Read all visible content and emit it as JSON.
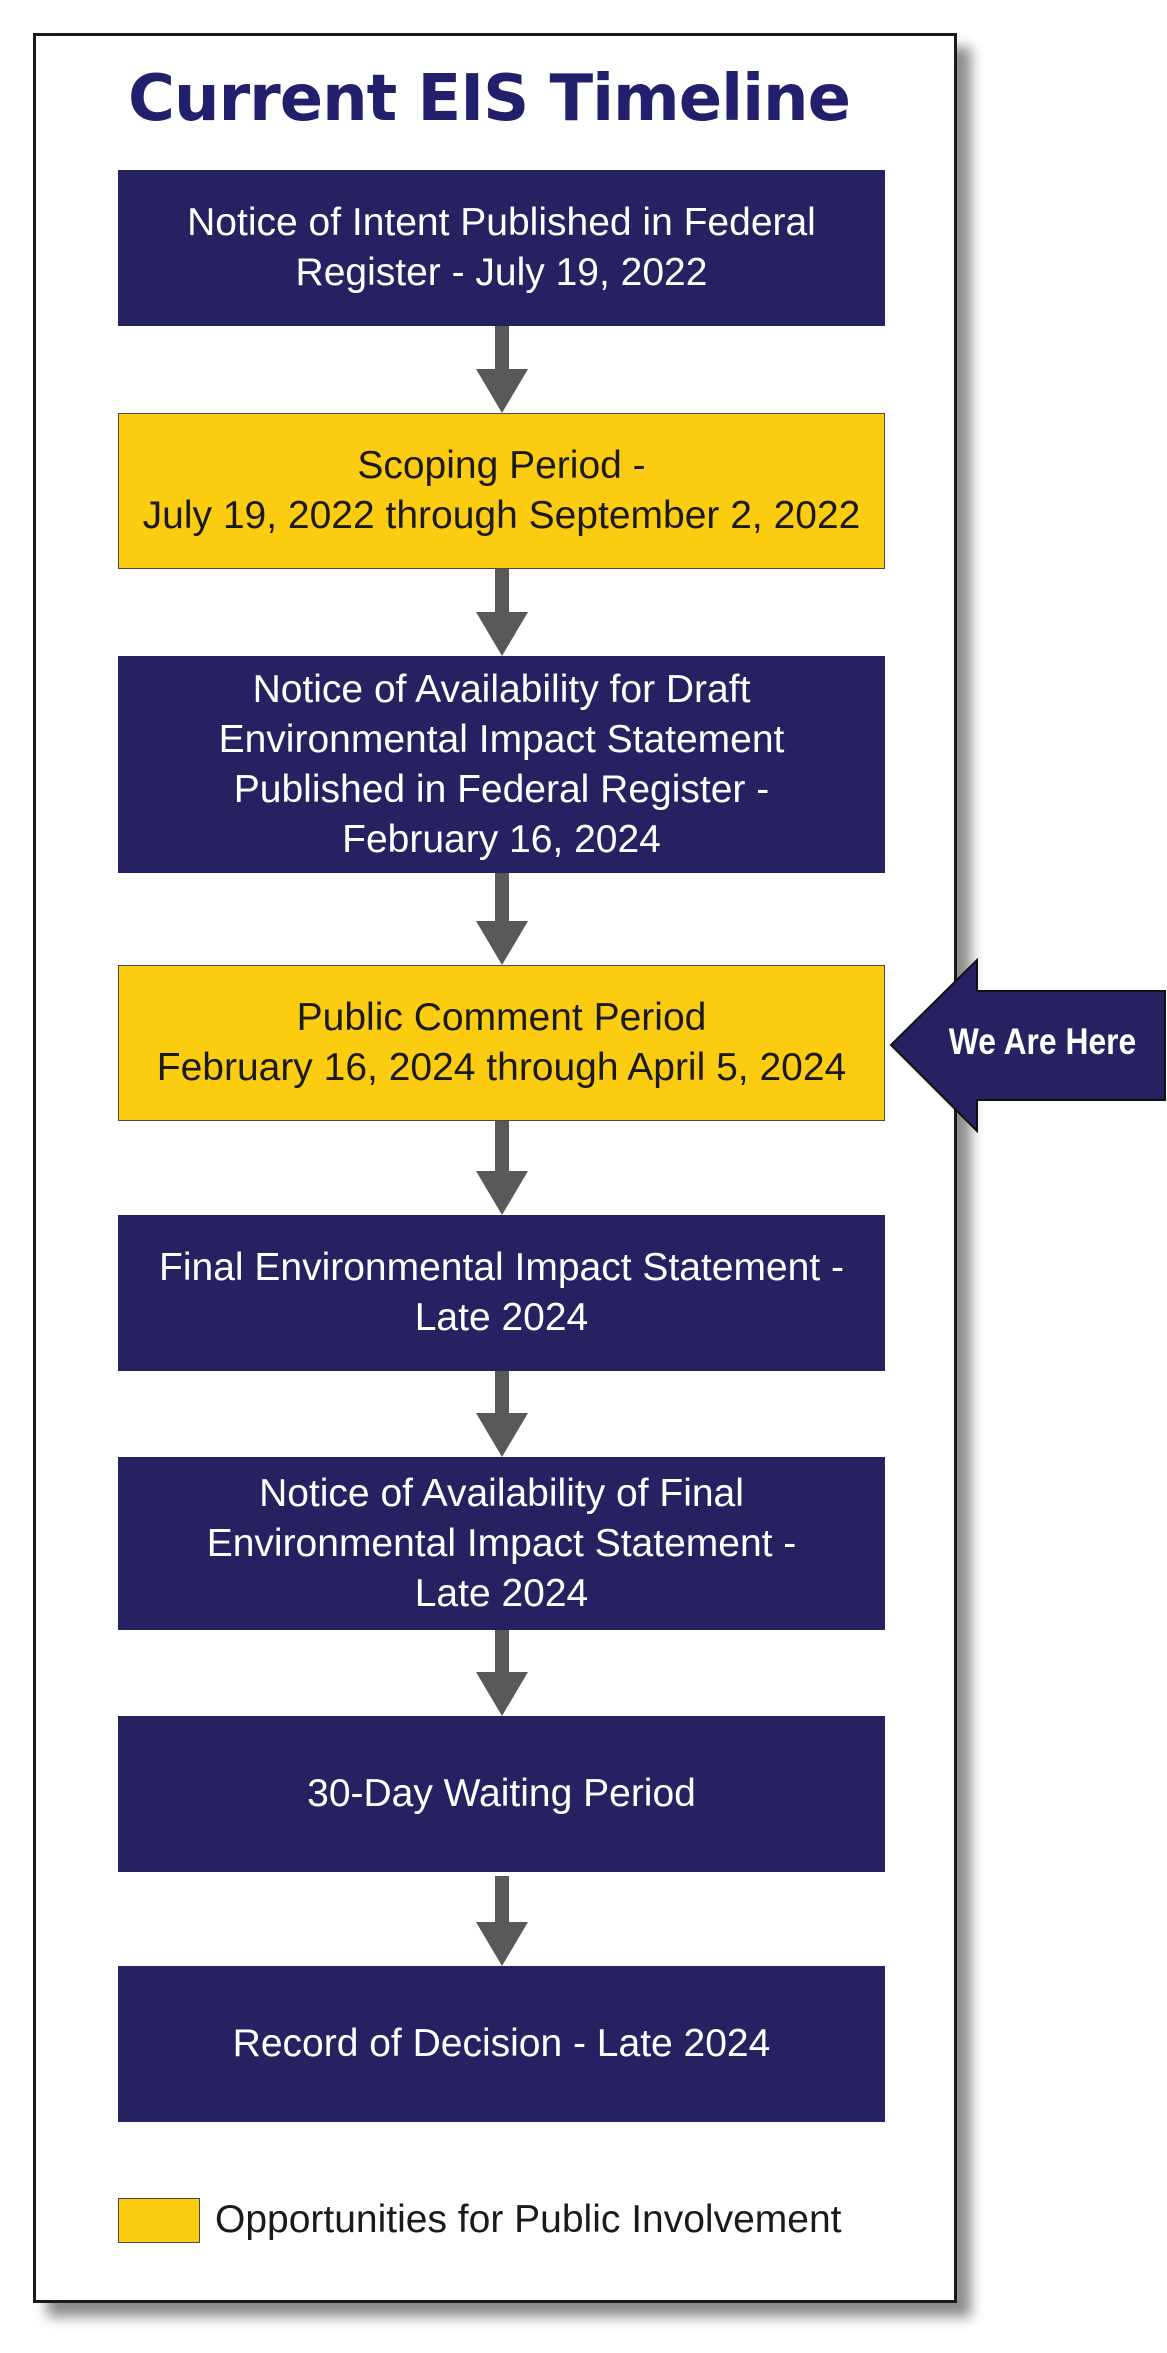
{
  "title": "Current EIS Timeline",
  "steps": [
    {
      "text": "Notice of Intent Published in Federal\nRegister - July 19, 2022",
      "public": false
    },
    {
      "text": "Scoping Period -\nJuly 19, 2022 through September 2, 2022",
      "public": true
    },
    {
      "text": "Notice of Availability for Draft\nEnvironmental Impact Statement\nPublished in Federal Register -\nFebruary 16, 2024",
      "public": false
    },
    {
      "text": "Public Comment Period\nFebruary 16, 2024 through April 5, 2024",
      "public": true
    },
    {
      "text": "Final Environmental Impact Statement -\nLate 2024",
      "public": false
    },
    {
      "text": "Notice of Availability of Final\nEnvironmental Impact Statement -\nLate 2024",
      "public": false
    },
    {
      "text": "30-Day Waiting Period",
      "public": false
    },
    {
      "text": "Record of Decision -  Late 2024",
      "public": false
    }
  ],
  "current_marker": {
    "label": "We Are Here"
  },
  "legend": {
    "label": "Opportunities for Public Involvement"
  },
  "colors": {
    "dark": "#262262",
    "gold": "#fccc10",
    "arrow": "#595959",
    "title": "#22206c"
  }
}
